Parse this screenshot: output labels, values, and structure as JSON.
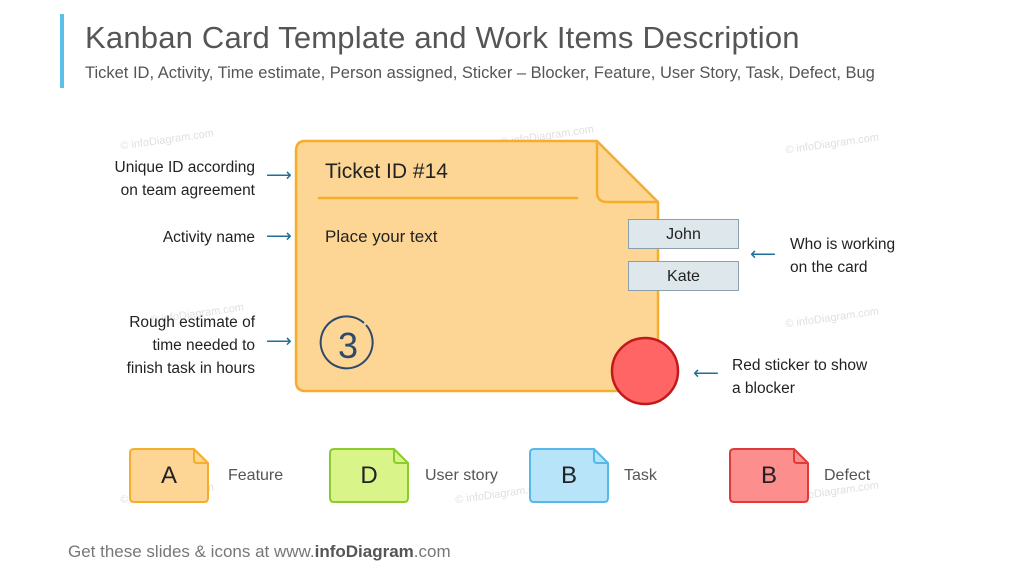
{
  "header": {
    "title": "Kanban Card Template and Work Items Description",
    "subtitle": "Ticket ID, Activity, Time estimate, Person assigned, Sticker – Blocker, Feature, User Story, Task, Defect, Bug"
  },
  "card": {
    "ticket_id": "Ticket ID #14",
    "activity_text": "Place your text",
    "estimate": "3",
    "fill_color": "#fdd696",
    "border_color": "#f5ad2c"
  },
  "assignees": [
    "John",
    "Kate"
  ],
  "sticker_color": "#ff6565",
  "annotations": {
    "id_line1": "Unique ID according",
    "id_line2": "on team agreement",
    "activity": "Activity name",
    "estimate_line1": "Rough estimate of",
    "estimate_line2": "time needed to",
    "estimate_line3": "finish task in hours",
    "who_line1": "Who is working",
    "who_line2": "on the card",
    "blocker_line1": "Red sticker to show",
    "blocker_line2": "a blocker"
  },
  "arrows": {
    "right": "⟶",
    "left": "⟵"
  },
  "legend": [
    {
      "letter": "A",
      "label": "Feature",
      "fill": "#fdd696",
      "stroke": "#f5ad2c"
    },
    {
      "letter": "D",
      "label": "User story",
      "fill": "#d9f58a",
      "stroke": "#8ccc2a"
    },
    {
      "letter": "B",
      "label": "Task",
      "fill": "#b8e4fa",
      "stroke": "#56b8e8"
    },
    {
      "letter": "B",
      "label": "Defect",
      "fill": "#fc8e8e",
      "stroke": "#e03b3b"
    }
  ],
  "watermark": "© infoDiagram.com",
  "footer": {
    "prefix": "Get these slides & icons at www.",
    "brand": "infoDiagram",
    "suffix": ".com"
  }
}
